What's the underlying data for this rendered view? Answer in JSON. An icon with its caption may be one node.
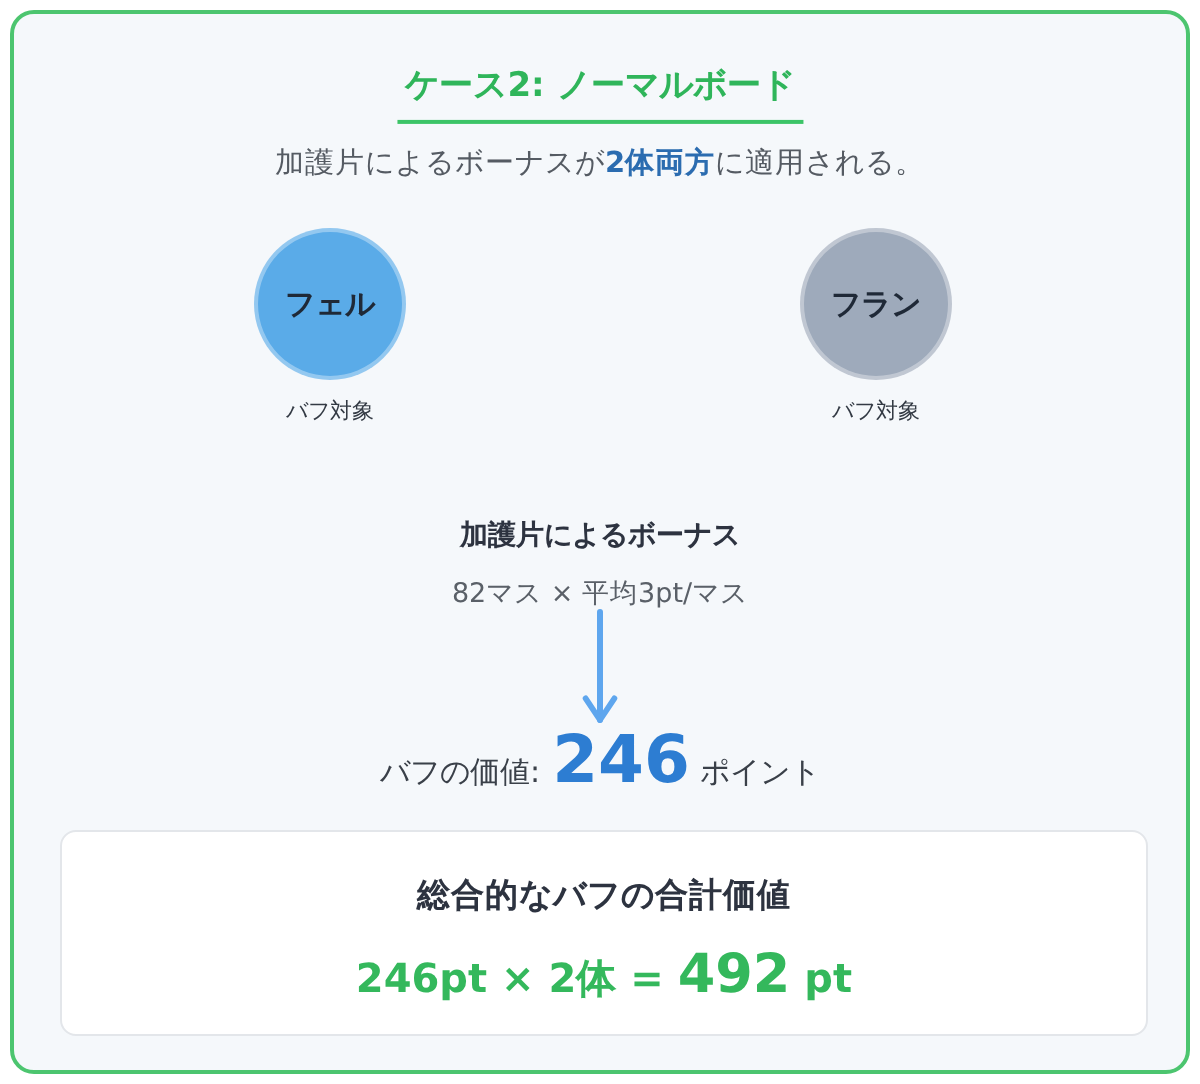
{
  "diagram": {
    "title": "ケース2: ノーマルボード",
    "nodes": [
      {
        "text": [
          "フェル"
        ],
        "beside": [
          "バフ対象"
        ]
      },
      {
        "text": [
          "フラン"
        ],
        "beside": [
          "バフ対象"
        ]
      },
      {
        "text": [
          "加護片によるボーナス",
          "82マス × 平均3pt/マス"
        ]
      },
      {
        "text": [
          "バフの価値:**246**ポイント"
        ]
      },
      {
        "text": [
          "総合的なバフの合計価値",
          "246pt × 2体 = **492** pt"
        ]
      }
    ],
    "edges": [
      {
        "from": 2,
        "to": 3,
        "arrow": "to"
      }
    ],
    "labels": [
      "加護片によるボーナスが**2体両方**に適用される。"
    ]
  }
}
